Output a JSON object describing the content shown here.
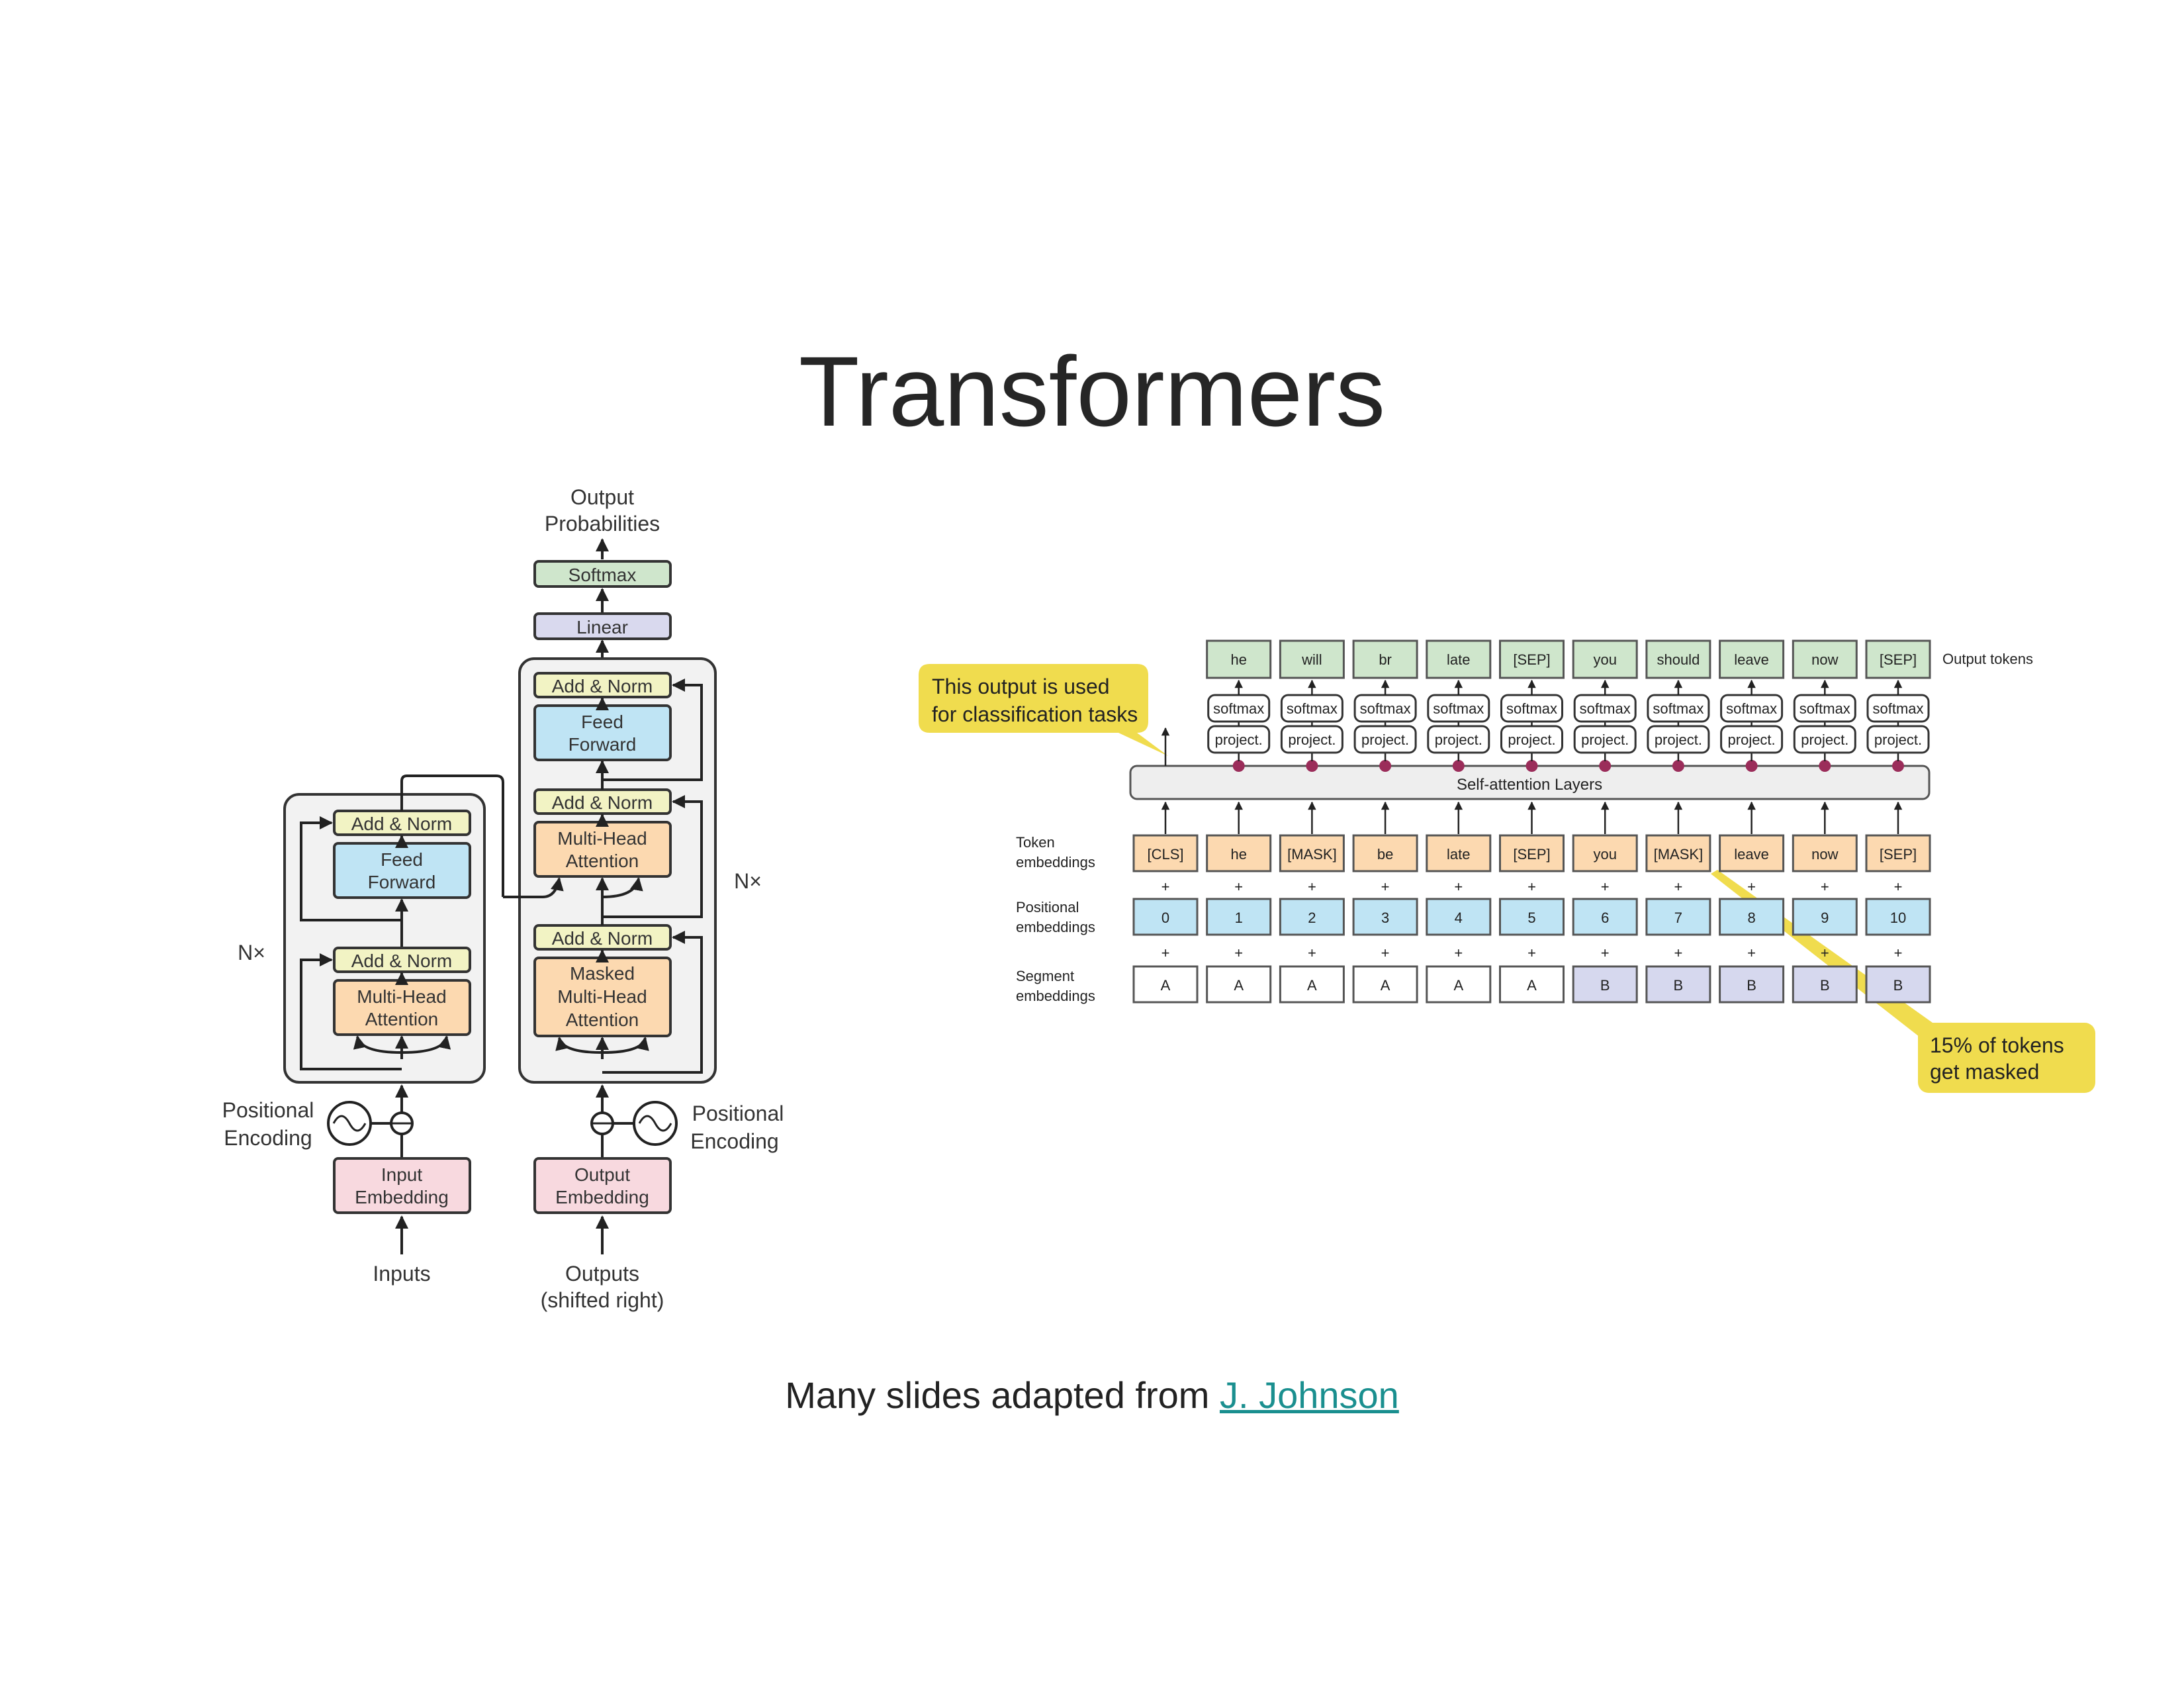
{
  "slide": {
    "title": "Transformers",
    "footer_text": "Many slides adapted from ",
    "footer_link": "J. Johnson "
  },
  "transformer": {
    "output_label": [
      "Output",
      "Probabilities"
    ],
    "softmax": "Softmax",
    "linear": "Linear",
    "add_norm": "Add & Norm",
    "feed_forward": [
      "Feed",
      "Forward"
    ],
    "multi_head": [
      "Multi-Head",
      "Attention"
    ],
    "masked_multi_head": [
      "Masked",
      "Multi-Head",
      "Attention"
    ],
    "nx": "N×",
    "positional_encoding": [
      "Positional",
      "Encoding"
    ],
    "input_embedding": [
      "Input",
      "Embedding"
    ],
    "output_embedding": [
      "Output",
      "Embedding"
    ],
    "inputs": "Inputs",
    "outputs": [
      "Outputs",
      "(shifted right)"
    ],
    "colors": {
      "softmax": "#cfe6cc",
      "linear": "#d9d9ee",
      "add_norm": "#f2f3c4",
      "feed_forward": "#bfe4f4",
      "attention": "#fcd9b0",
      "embedding": "#f8d9df",
      "block_bg": "#f2f2f2"
    }
  },
  "bert": {
    "output_tokens": [
      "he",
      "will",
      "br",
      "late",
      "[SEP]",
      "you",
      "should",
      "leave",
      "now",
      "[SEP]"
    ],
    "output_tokens_label": "Output tokens",
    "softmax": "softmax",
    "project": "project.",
    "self_attention": "Self-attention Layers",
    "callout_classification": [
      "This output is used",
      "for classification tasks"
    ],
    "callout_masked": [
      "15% of tokens",
      "get masked"
    ],
    "token_label": [
      "Token",
      "embeddings"
    ],
    "positional_label": [
      "Positional",
      "embeddings"
    ],
    "segment_label": [
      "Segment",
      "embeddings"
    ],
    "tokens": [
      "[CLS]",
      "he",
      "[MASK]",
      "be",
      "late",
      "[SEP]",
      "you",
      "[MASK]",
      "leave",
      "now",
      "[SEP]"
    ],
    "positions": [
      "0",
      "1",
      "2",
      "3",
      "4",
      "5",
      "6",
      "7",
      "8",
      "9",
      "10"
    ],
    "segments": [
      "A",
      "A",
      "A",
      "A",
      "A",
      "A",
      "B",
      "B",
      "B",
      "B",
      "B"
    ],
    "plus": "+",
    "colors": {
      "output_token": "#cfe6cc",
      "token": "#fcd9b0",
      "position": "#bfe4f4",
      "segment_a": "#ffffff",
      "segment_b": "#d6d8ee",
      "callout": "#f0dc4e",
      "dot": "#9b2d5a"
    }
  }
}
